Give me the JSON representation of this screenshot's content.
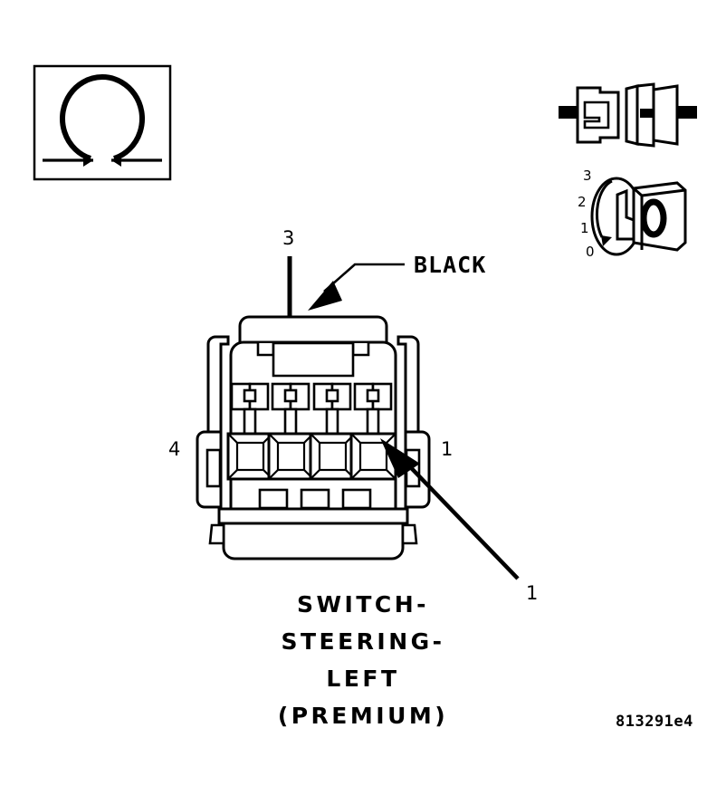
{
  "diagram": {
    "part_number": "813291e4",
    "caption_lines": [
      "SWITCH-",
      "STEERING-",
      "LEFT",
      "(PREMIUM)"
    ],
    "symbol_box": {
      "name": "ohm-symbol",
      "glyph": "Ω",
      "meaning": "resistance"
    },
    "connector": {
      "cavity_count": 4,
      "left_pin_label": "4",
      "right_pin_label": "1",
      "callouts": [
        {
          "id": "top-callout",
          "label": "3",
          "target_cavity": 3,
          "direction": "down"
        },
        {
          "id": "bottom-right-callout",
          "label": "1",
          "target_cavity": 1,
          "direction": "up-left"
        }
      ],
      "wire_color_label": "BLACK"
    },
    "icons": {
      "connector_pair": "connector-pair-icon",
      "rotary_switch": "rotary-switch-icon",
      "rotary_positions": [
        "3",
        "2",
        "1",
        "0"
      ]
    },
    "colors": {
      "stroke": "#000000",
      "fill": "#ffffff"
    }
  }
}
